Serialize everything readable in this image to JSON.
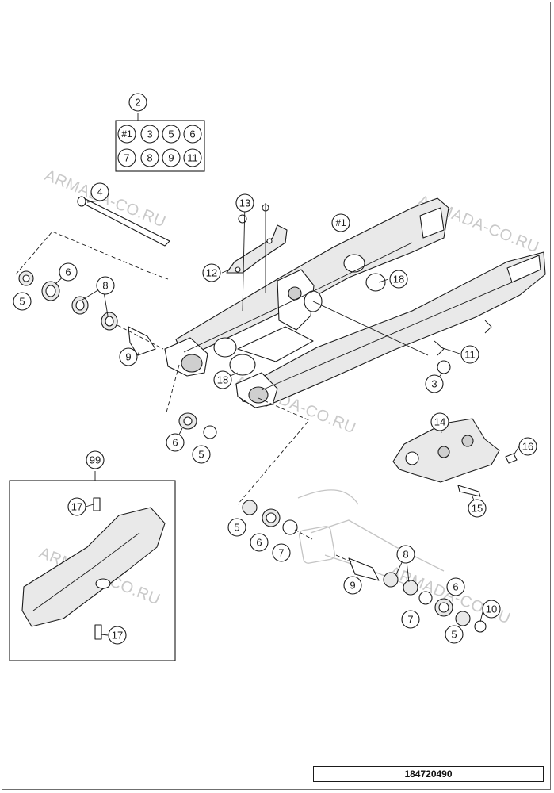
{
  "drawing_number": "184720490",
  "watermark": "ARMADA-CO.RU",
  "kit_box": {
    "label": "2",
    "members": [
      "#1",
      "3",
      "5",
      "6",
      "7",
      "8",
      "9",
      "11"
    ]
  },
  "inset_label": "99",
  "callouts": {
    "c4": "4",
    "c13": "13",
    "c1": "#1",
    "c12": "12",
    "c18a": "18",
    "c6a": "6",
    "c8a": "8",
    "c5a": "5",
    "c9a": "9",
    "c18b": "18",
    "c11": "11",
    "c3": "3",
    "c6b": "6",
    "c5b": "5",
    "c14": "14",
    "c16": "16",
    "c15": "15",
    "c17a": "17",
    "c17b": "17",
    "c5c": "5",
    "c6c": "6",
    "c7a": "7",
    "c8b": "8",
    "c9b": "9",
    "c6d": "6",
    "c7b": "7",
    "c10": "10",
    "c5d": "5"
  },
  "colors": {
    "line": "#1a1a1a",
    "part_fill": "#e9e9e9",
    "watermark": "#c9c9c9"
  }
}
